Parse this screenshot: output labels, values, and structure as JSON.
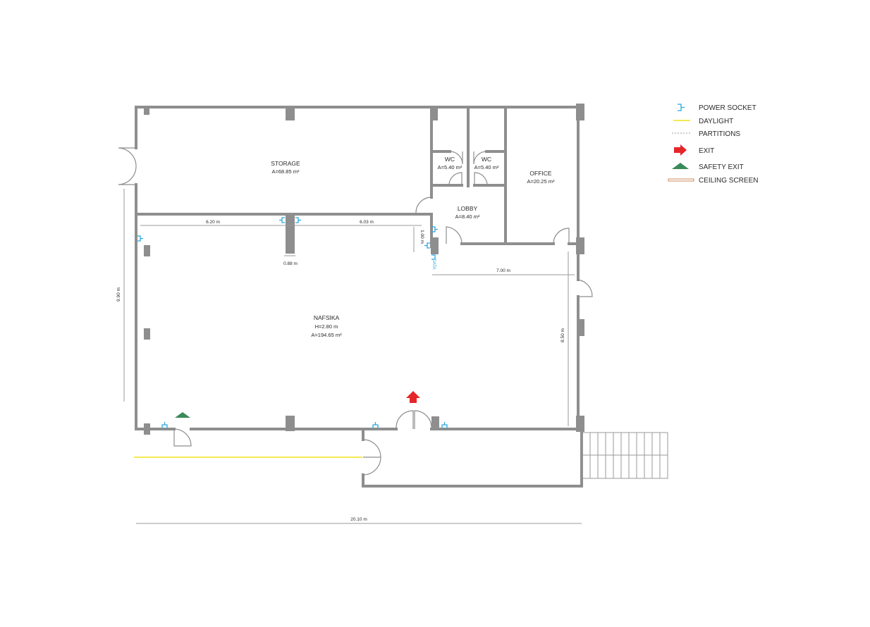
{
  "colors": {
    "wall": "#8e8e8e",
    "socket": "#29a8e0",
    "daylight": "#f2e21a",
    "exit": "#e5252a",
    "safety_exit": "#3a8a5a",
    "ceiling_screen": "#c98a5a"
  },
  "rooms": {
    "storage": {
      "name": "STORAGE",
      "area": "A=68.85 m²"
    },
    "wc1": {
      "name": "WC",
      "area": "A=5.40 m²"
    },
    "wc2": {
      "name": "WC",
      "area": "A=5.40 m²"
    },
    "office": {
      "name": "OFFICE",
      "area": "A=20.25 m²"
    },
    "lobby": {
      "name": "LOBBY",
      "area": "A=8.40 m²"
    },
    "nafsika": {
      "name": "NAFSIKA",
      "height": "H=2.80 m",
      "area": "A=194.65 m²"
    }
  },
  "dimensions": {
    "top_left": "6.20  m",
    "top_right": "6.03  m",
    "column": "0.88 m",
    "door_gap": "1.00 m",
    "lobby_width": "7.00  m",
    "left_height": "9.90  m",
    "right_height": "8.50 m",
    "total_width": "20.10  m"
  },
  "data_label": "DATA",
  "legend": [
    {
      "icon": "power-socket-icon",
      "label": "POWER SOCKET"
    },
    {
      "icon": "daylight-line-icon",
      "label": "DAYLIGHT"
    },
    {
      "icon": "partitions-line-icon",
      "label": "PARTITIONS"
    },
    {
      "icon": "exit-arrow-icon",
      "label": "EXIT"
    },
    {
      "icon": "safety-exit-triangle-icon",
      "label": "SAFETY EXIT"
    },
    {
      "icon": "ceiling-screen-icon",
      "label": "CEILING SCREEN"
    }
  ]
}
